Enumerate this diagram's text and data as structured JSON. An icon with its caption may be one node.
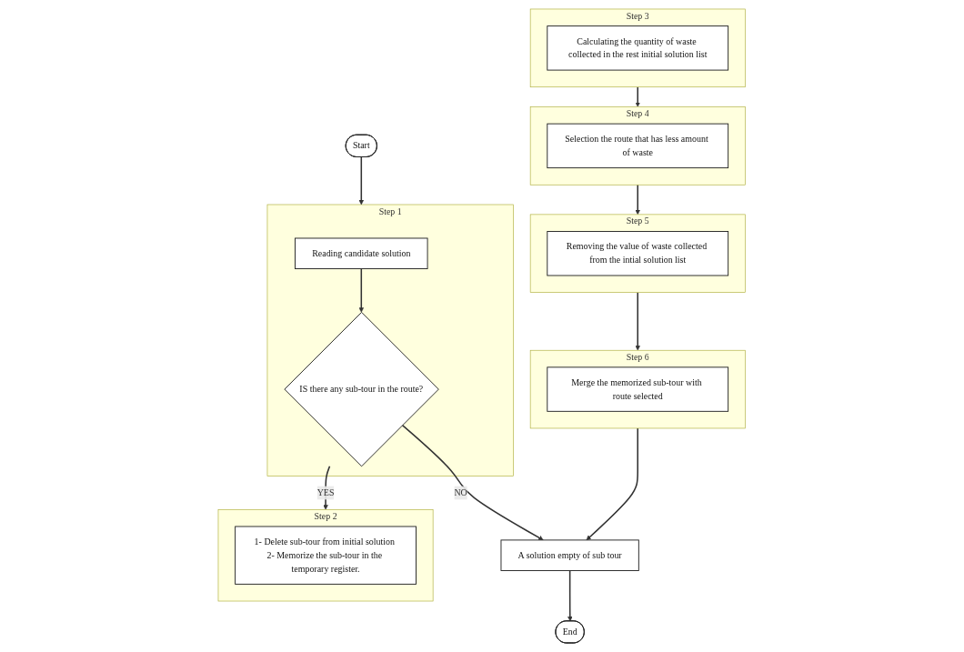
{
  "diagram": {
    "nodes": [
      {
        "text": [
          "Start"
        ]
      },
      {
        "text": [
          "Step 1"
        ]
      },
      {
        "text": [
          "Reading candidate solution"
        ],
        "in": 1
      },
      {
        "text": [
          "IS there any sub-tour in the route?"
        ],
        "in": 1
      },
      {
        "text": [
          "Step 2"
        ]
      },
      {
        "text": [
          "1- Delete sub-tour from initial solution 2- Memorize the sub-tour in the temporary register."
        ],
        "in": 4
      },
      {
        "text": [
          "Step 3"
        ]
      },
      {
        "text": [
          "Calculating the quantity of waste collected in the rest initial solution list"
        ],
        "in": 6
      },
      {
        "text": [
          "Step 4"
        ]
      },
      {
        "text": [
          "Selection the route that has less amount of waste"
        ],
        "in": 8
      },
      {
        "text": [
          "Step 5"
        ]
      },
      {
        "text": [
          "Removing the value of waste collected from the intial solution list"
        ],
        "in": 10
      },
      {
        "text": [
          "Step 6"
        ]
      },
      {
        "text": [
          "Merge the memorized sub-tour with route selected"
        ],
        "in": 12
      },
      {
        "text": [
          "A solution empty of sub tour"
        ]
      },
      {
        "text": [
          "End"
        ]
      }
    ],
    "edges": [
      {
        "from": 0,
        "to": 1,
        "arrow": "to"
      },
      {
        "from": 2,
        "to": 3,
        "arrow": "to"
      },
      {
        "from": 3,
        "to": 4,
        "arrow": "to",
        "label": "YES"
      },
      {
        "from": 3,
        "to": 14,
        "arrow": "to",
        "label": "NO"
      },
      {
        "from": 6,
        "to": 8,
        "arrow": "to"
      },
      {
        "from": 8,
        "to": 10,
        "arrow": "to"
      },
      {
        "from": 10,
        "to": 12,
        "arrow": "to"
      },
      {
        "from": 12,
        "to": 14,
        "arrow": "to"
      },
      {
        "from": 14,
        "to": 15,
        "arrow": "to"
      }
    ]
  }
}
